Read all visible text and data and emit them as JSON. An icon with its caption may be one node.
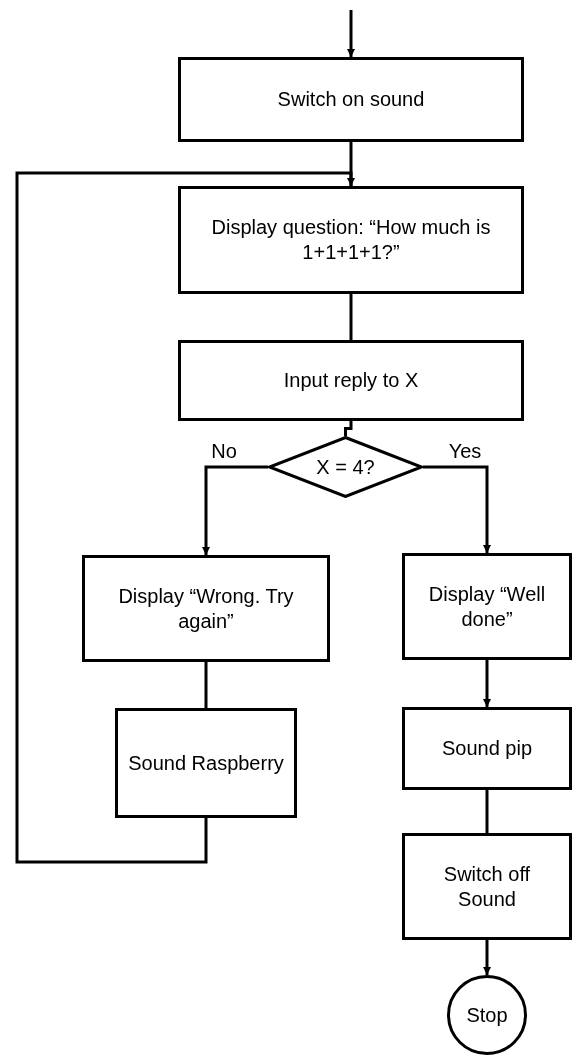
{
  "diagram": {
    "nodes": [
      {
        "text": [
          "Switch on sound"
        ]
      },
      {
        "text": [
          "Display question: “How much is 1+1+1+1?”"
        ]
      },
      {
        "text": [
          "Input reply to X"
        ]
      },
      {
        "text": [
          "X = 4?"
        ]
      },
      {
        "text": [
          "Display “Wrong. Try again”"
        ]
      },
      {
        "text": [
          "Sound Raspberry"
        ]
      },
      {
        "text": [
          "Display “Well done”"
        ]
      },
      {
        "text": [
          "Sound pip"
        ]
      },
      {
        "text": [
          "Switch off Sound"
        ]
      },
      {
        "text": [
          "Stop"
        ]
      }
    ],
    "edges": [
      {
        "from": null,
        "to": 0,
        "arrow": "to"
      },
      {
        "from": 0,
        "to": 1,
        "arrow": "none"
      },
      {
        "from": 1,
        "to": 2,
        "arrow": "none"
      },
      {
        "from": 2,
        "to": 3,
        "arrow": "none"
      },
      {
        "from": 3,
        "to": 4,
        "arrow": "to",
        "label": "No"
      },
      {
        "from": 3,
        "to": 6,
        "arrow": "to",
        "label": "Yes"
      },
      {
        "from": 4,
        "to": 5,
        "arrow": "none"
      },
      {
        "from": 5,
        "to": 1,
        "arrow": "to"
      },
      {
        "from": 6,
        "to": 7,
        "arrow": "to"
      },
      {
        "from": 7,
        "to": 8,
        "arrow": "none"
      },
      {
        "from": 8,
        "to": 9,
        "arrow": "to"
      }
    ]
  }
}
